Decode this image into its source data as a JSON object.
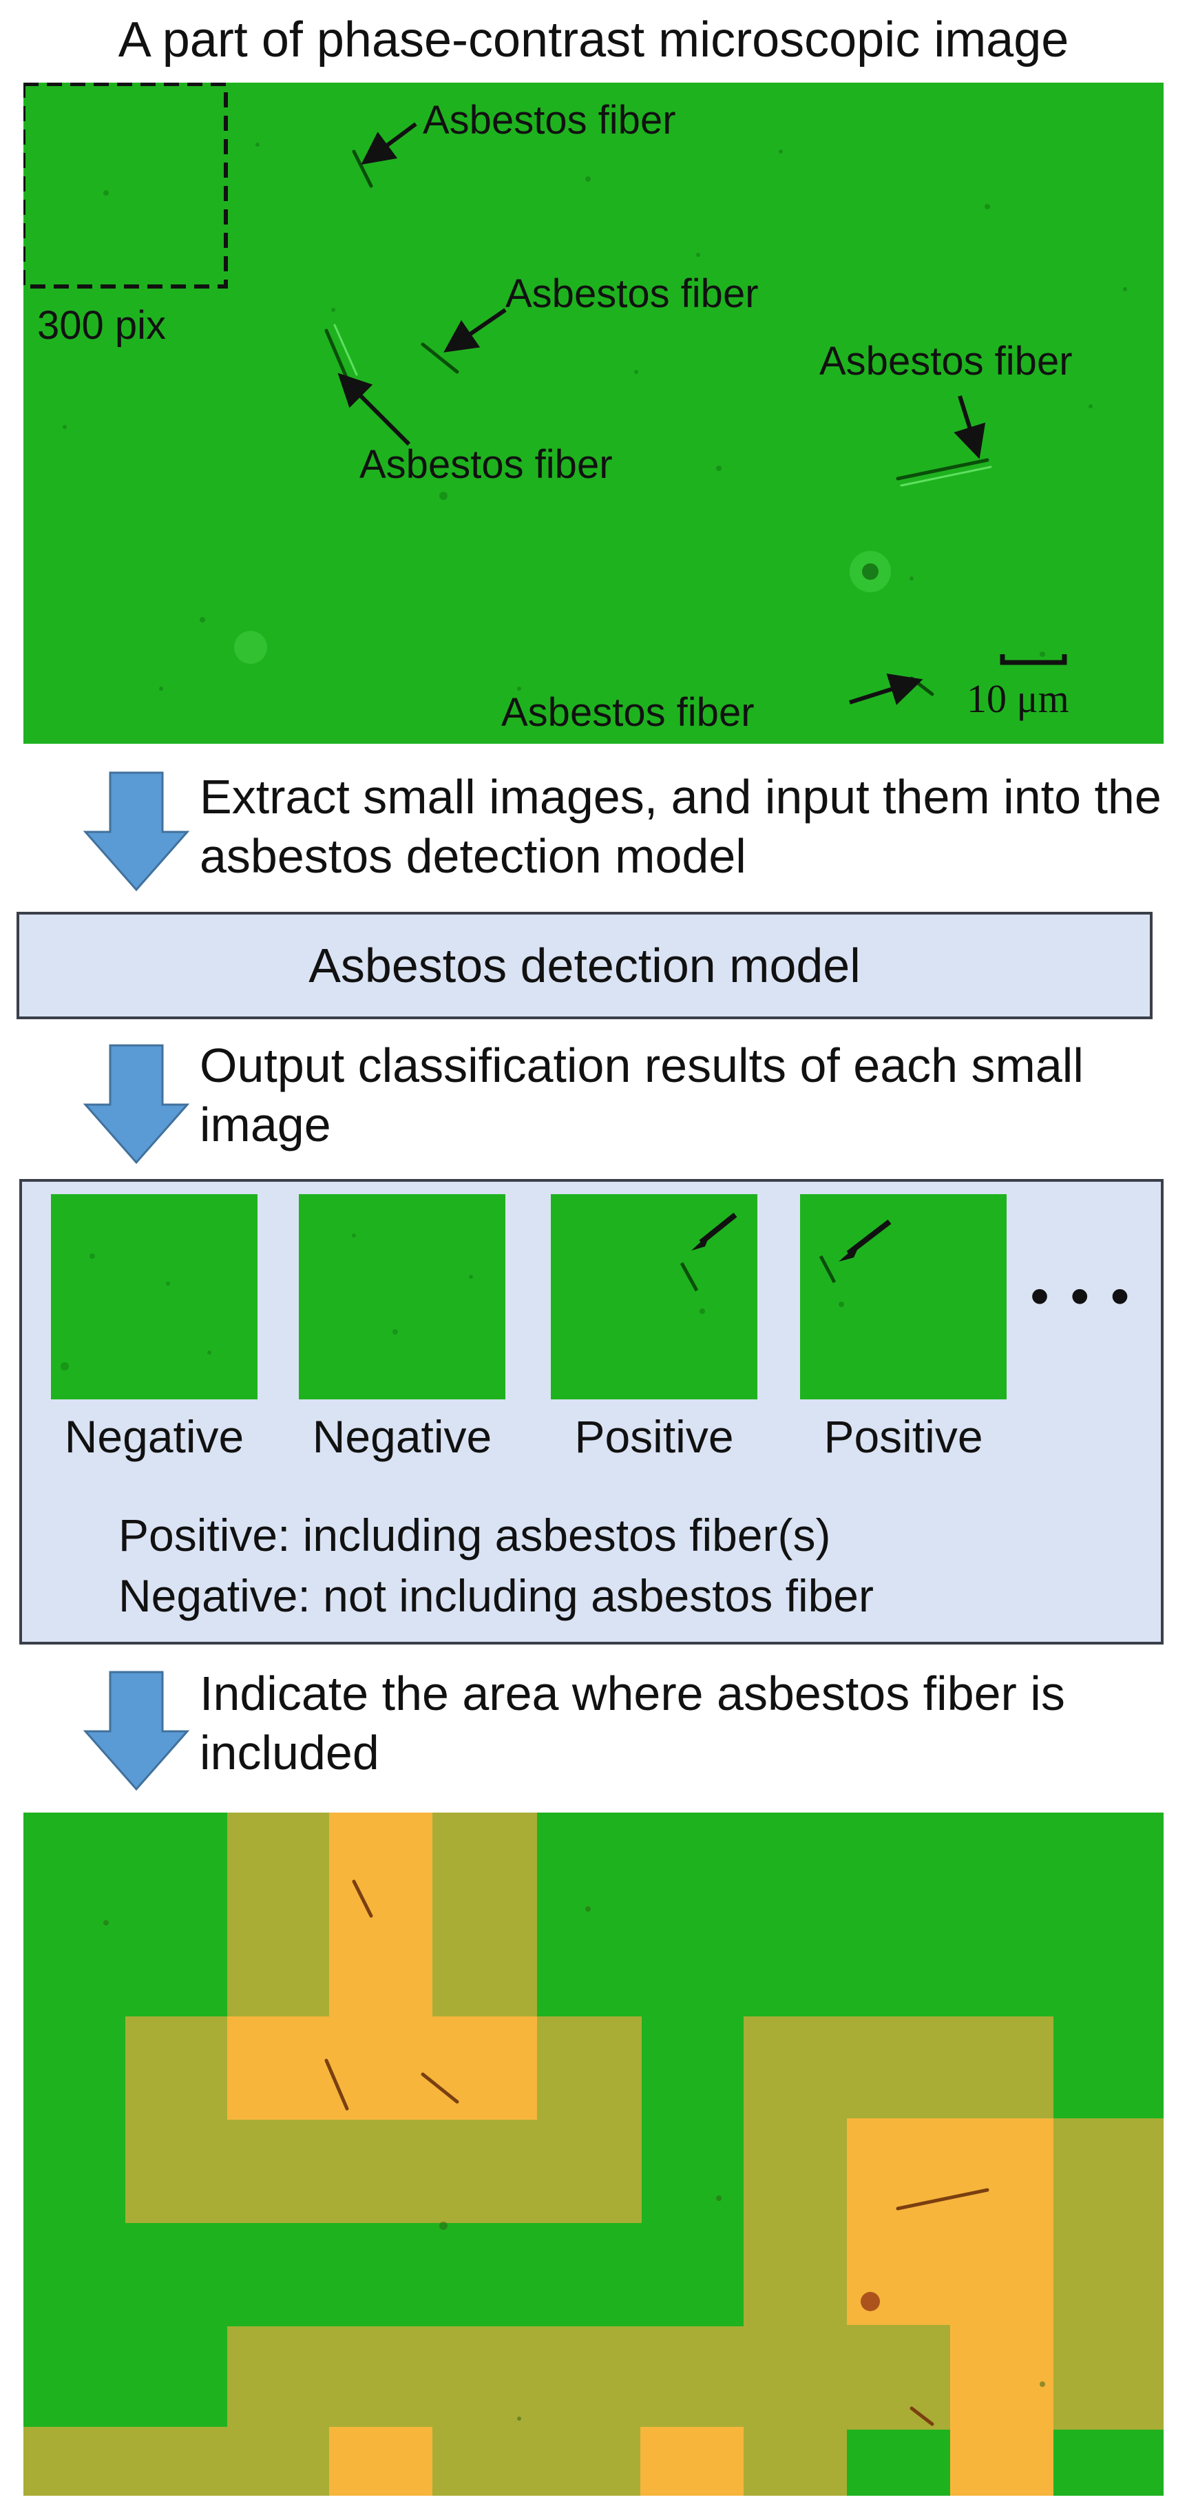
{
  "title": "A part of phase-contrast microscopic image",
  "colors": {
    "microscope_green": "#1fb21f",
    "positive_orange": "#f7b53c",
    "border_yellow": "#9aa63a",
    "panel_fill": "#dae3f3",
    "flow_arrow": "#5b9bd5"
  },
  "micrograph": {
    "grid_label": "300 pix",
    "fiber_label": "Asbestos fiber",
    "scale_label": "10 μm"
  },
  "steps": {
    "extract": "Extract small images, and input them into the asbestos detection model",
    "model": "Asbestos detection model",
    "output": "Output classification results of each small image",
    "indicate": "Indicate the area where asbestos fiber is included"
  },
  "results": {
    "tiles": [
      {
        "label": "Negative",
        "has_fiber": false
      },
      {
        "label": "Negative",
        "has_fiber": false
      },
      {
        "label": "Positive",
        "has_fiber": true
      },
      {
        "label": "Positive",
        "has_fiber": true
      }
    ],
    "more": "• • •",
    "positive_def": "Positive: including asbestos fiber(s)",
    "negative_def": "Negative: not including asbestos fiber"
  }
}
